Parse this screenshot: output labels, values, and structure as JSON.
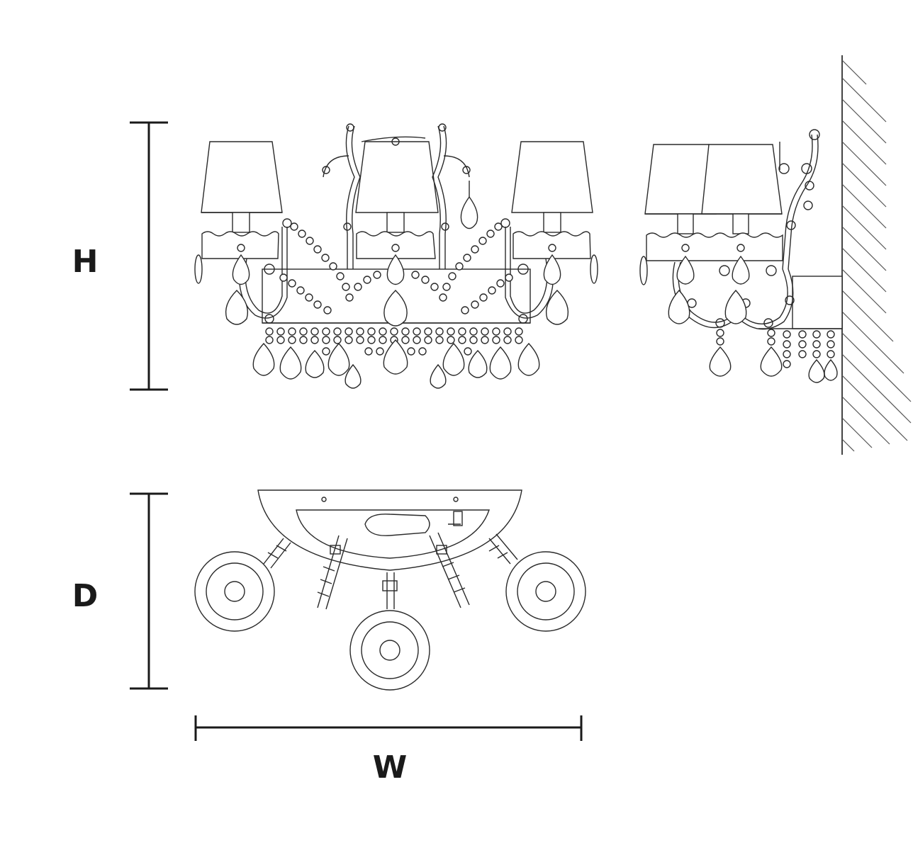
{
  "dimensions": {
    "height_label": "H",
    "depth_label": "D",
    "width_label": "W"
  },
  "colors": {
    "line": "#2a2a2a",
    "dimension_line": "#1a1a1a",
    "background": "#ffffff"
  }
}
